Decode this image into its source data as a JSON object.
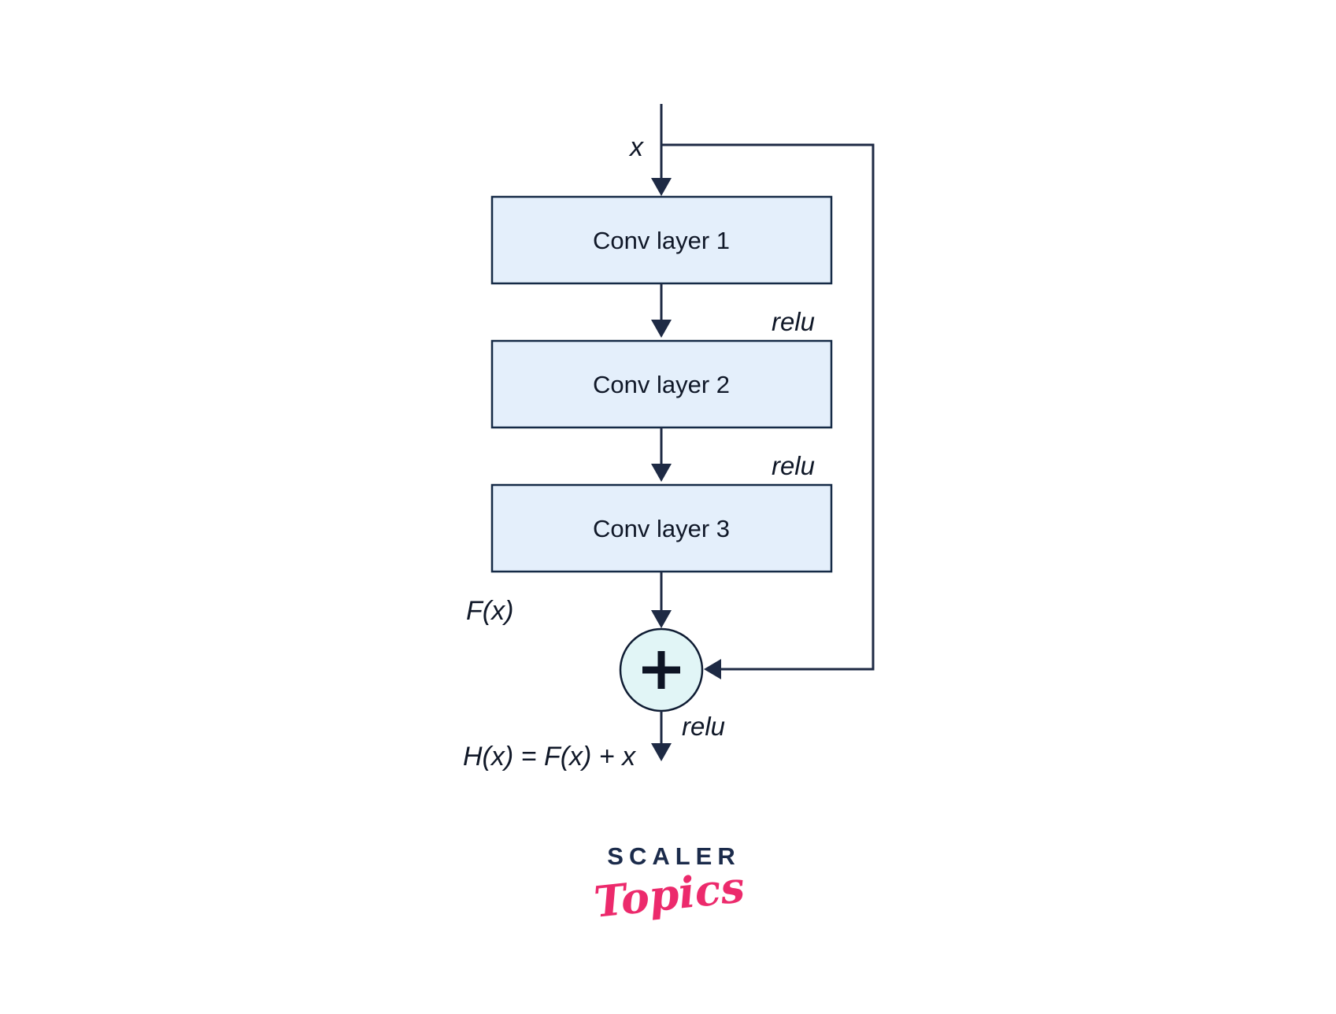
{
  "diagram": {
    "input_label": "x",
    "boxes": [
      {
        "label": "Conv layer 1"
      },
      {
        "label": "Conv layer 2"
      },
      {
        "label": "Conv layer 3"
      }
    ],
    "activations": {
      "after_conv1": "relu",
      "after_conv2": "relu",
      "after_add": "relu"
    },
    "residual_label": "F(x)",
    "add_symbol": "+",
    "output_equation": "H(x) = F(x) + x",
    "colors": {
      "box_fill": "#e4effb",
      "box_border": "#152a46",
      "line": "#1e2a44",
      "add_circle_fill": "#e1f5f6",
      "label_text": "#101828"
    }
  },
  "logo": {
    "brand": "SCALER",
    "product": "Topics",
    "brand_color": "#1b2b4b",
    "product_color": "#ec2a6c"
  }
}
